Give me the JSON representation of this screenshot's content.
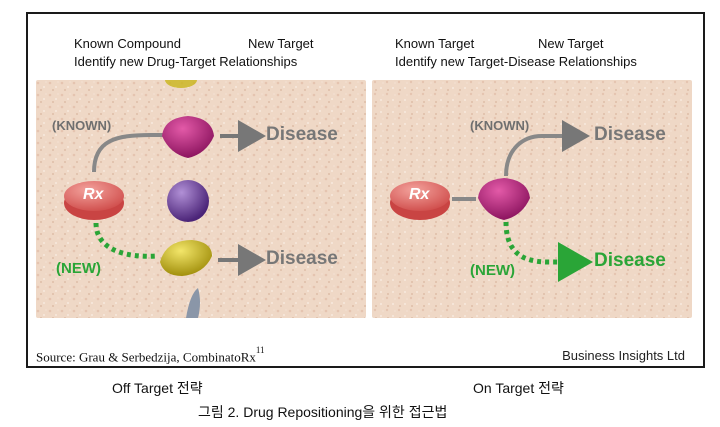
{
  "left_header": {
    "line1_a": "Known Compound",
    "line1_b": "New Target",
    "line2": "Identify new Drug-Target Relationships"
  },
  "right_header": {
    "line1_a": "Known Target",
    "line1_b": "New Target",
    "line2": "Identify new Target-Disease Relationships"
  },
  "left_diagram": {
    "known_label": "(KNOWN)",
    "new_label": "(NEW)",
    "disease_top": "Disease",
    "disease_bottom": "Disease",
    "rx_label": "Rx"
  },
  "right_diagram": {
    "known_label": "(KNOWN)",
    "new_label": "(NEW)",
    "disease_top": "Disease",
    "disease_bottom": "Disease",
    "rx_label": "Rx"
  },
  "footer": {
    "source_text": "Source: Grau & Serbedzija, CombinatoRx",
    "source_ref": "11",
    "publisher": "Business Insights Ltd"
  },
  "captions": {
    "left": "Off Target 전략",
    "right": "On Target 전략",
    "figure": "그림 2. Drug Repositioning을 위한 접근법"
  },
  "colors": {
    "panel_bg": "#efd9c8",
    "rx_red": "#e06a68",
    "target_magenta": "#b0207a",
    "purple_ball": "#7d4aa8",
    "yellow_target": "#c9b51a",
    "arrow_gray": "#777777",
    "new_green": "#2aa537"
  }
}
